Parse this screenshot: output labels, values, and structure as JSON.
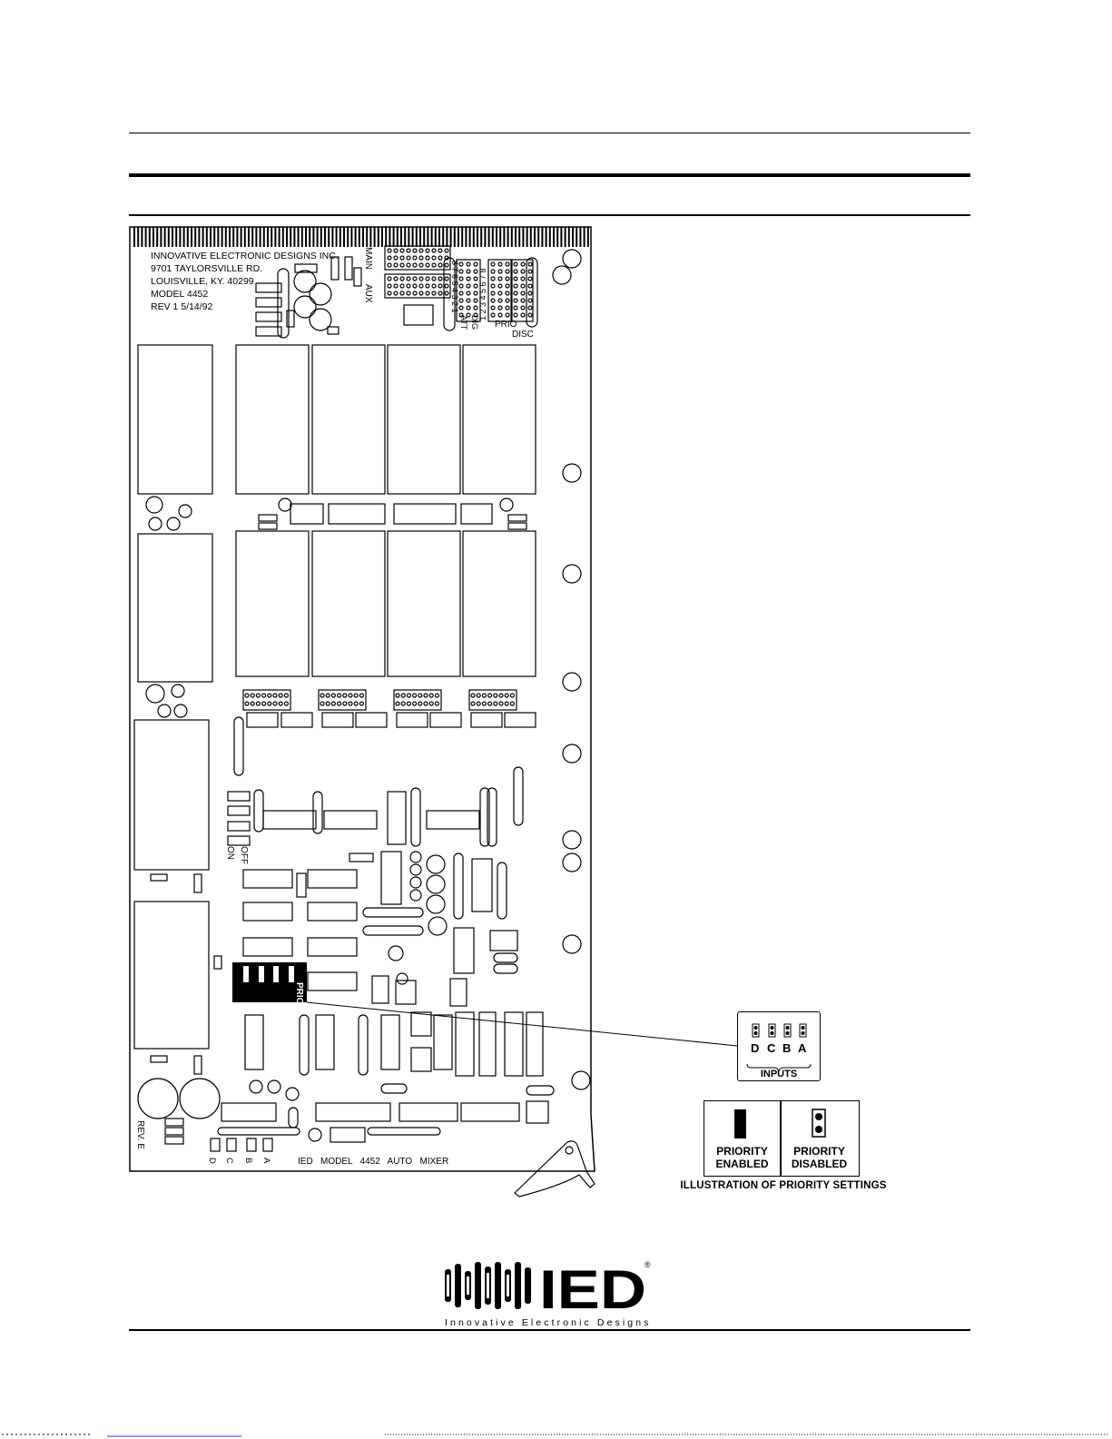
{
  "board": {
    "header_lines": [
      "INNOVATIVE ELECTRONIC DESIGNS INC.",
      "9701 TAYLORSVILLE RD.",
      "LOUISVILLE, KY. 40299",
      "MODEL 4452",
      "REV 1 5/14/92"
    ],
    "main_label": "MAIN",
    "aux_label": "AUX",
    "dig_label": "DIG",
    "att_label": "ATT",
    "prio_top_label": "PRIO",
    "disc_label": "DISC",
    "dig_numbers": "8 7 6 5 4 3 2 1",
    "prio_numbers": "1 2 3 4 5 6 7 8",
    "on_label": "ON",
    "off_label": "OFF",
    "prio_jumper_label": "PRIO",
    "rev_label": "REV. E",
    "channel_labels": [
      "D",
      "C",
      "B",
      "A"
    ],
    "model_label": "IED   MODEL   4452   AUTO   MIXER"
  },
  "inputs_inset": {
    "letters": [
      "D",
      "C",
      "B",
      "A"
    ],
    "caption": "INPUTS"
  },
  "priority_legend": {
    "enabled": [
      "PRIORITY",
      "ENABLED"
    ],
    "disabled": [
      "PRIORITY",
      "DISABLED"
    ],
    "caption": "ILLUSTRATION OF PRIORITY SETTINGS"
  },
  "logo": {
    "wordmark": "IED",
    "registered": "®",
    "tagline": "Innovative Electronic Designs"
  }
}
